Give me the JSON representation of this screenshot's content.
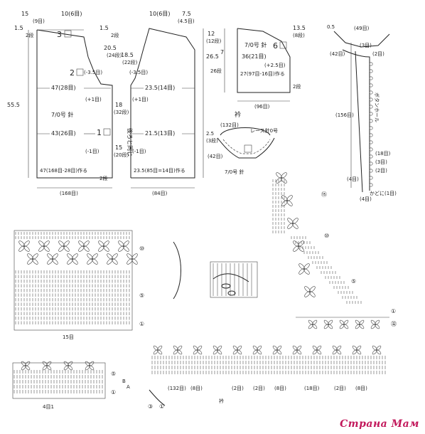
{
  "watermark": "Страна Мам",
  "back": {
    "marker_3": "3",
    "marker_2": "2",
    "marker_1": "1",
    "top_width": "15",
    "top_width_rows": "(9目)",
    "top_sts": "10(6目)",
    "shoulder": "1.5",
    "shoulder_rows": "2段",
    "height": "55.5",
    "width_47": "47(28目)",
    "width_43": "43(26目)",
    "hook": "7/0号 針",
    "bottom_cast": "47(168目-28目)作る",
    "bottom_total": "(168目)",
    "dec_1": "(+1目)",
    "dec_2": "(-1目)",
    "dec_3": "(-3.5目)",
    "side_rows": "2段"
  },
  "front": {
    "marker_1": "1",
    "top_sts": "10(6目)",
    "neck": "7.5",
    "neck_rows": "(4.5目)",
    "shoulder": "1.5",
    "shoulder_rows": "2段",
    "depth_205": "20.5",
    "rows_205": "(24段)",
    "depth_185": "18.5",
    "rows_185": "(22段)",
    "width_235": "23.5(14目)",
    "width_215": "21.5(13目)",
    "depth_18": "18",
    "rows_18": "(32段)",
    "depth_15": "15",
    "rows_15": "(20段)",
    "bottom_cast": "23.5(85目=14目)作る",
    "bottom_total": "(84目)",
    "same_note": "後ろと同じ",
    "inc": "(+1目)",
    "dec": "(-1目)",
    "dec_3": "(-3.5目)"
  },
  "sleeve": {
    "marker": "6",
    "top": "13.5",
    "top_rows": "(8段)",
    "cap": "12",
    "cap_rows": "(12段)",
    "height": "26.5",
    "cap_height": "7",
    "rows_26": "26段",
    "hook": "7/0号 針",
    "width_36": "36(21目)",
    "inc": "(+2.5目)",
    "cast": "27(97目-16目)作る",
    "rows_2": "2段",
    "bottom_total": "(96目)"
  },
  "collar": {
    "title": "衿",
    "sts": "(132目)",
    "hook": "レース針0号",
    "hook2": "7/0号 針",
    "side": "2.5",
    "rows": "(3段)",
    "edge": "(42目)"
  },
  "front_band": {
    "top_left": "0.5",
    "top_sts": "(49目)",
    "rows_3": "(3目)",
    "rows_2": "(2目)",
    "side": "(42目)",
    "buttonhole": "ボタンホール",
    "sts_156": "(156目)",
    "sts_18": "(18目)",
    "sts_3": "(3目)",
    "sts_2": "(2目)",
    "bottom_4": "(4目)",
    "bottom_corner": "かどに(1目)",
    "bottom_4b": "(4目)"
  },
  "charts": {
    "body_repeat": "15目",
    "row_10": "⑩",
    "row_5": "⑤",
    "row_1": "①",
    "row_15": "⑮",
    "row_10b": "⑩",
    "row_5b": "⑤",
    "row_1b": "①",
    "row_32": "㉜",
    "band_rows": [
      "⑤",
      "①"
    ],
    "band_labels": [
      "B",
      "A"
    ],
    "band_repeat": "4目1",
    "edge_132": "(132目)",
    "edge_8a": "(8目)",
    "edge_2a": "(2目)",
    "edge_2b": "(2目)",
    "edge_8b": "(8目)",
    "edge_18": "(18目)",
    "edge_2c": "(2目)",
    "edge_8c": "(8目)",
    "edge_name": "衿",
    "edge_rows": [
      "③",
      "①"
    ]
  }
}
